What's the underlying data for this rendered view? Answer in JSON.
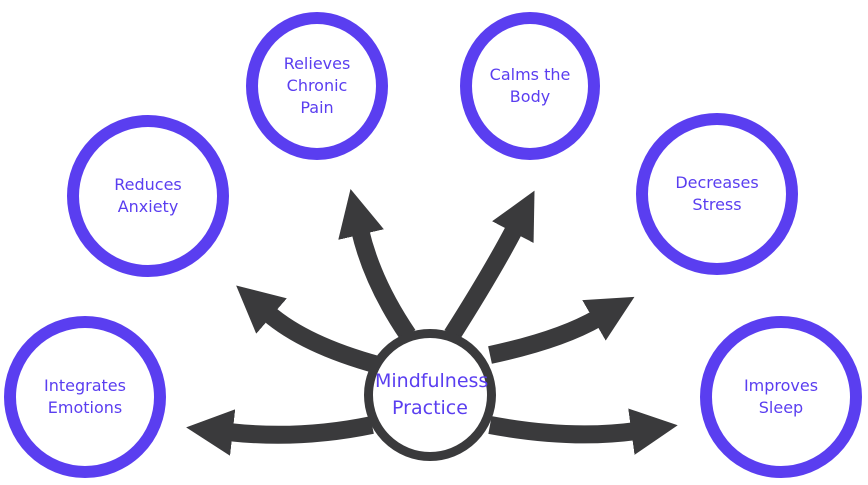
{
  "center": {
    "label": "Mindfulness Practice"
  },
  "benefits": [
    {
      "label": "Integrates Emotions"
    },
    {
      "label": "Reduces Anxiety"
    },
    {
      "label": "Relieves Chronic Pain"
    },
    {
      "label": "Calms the Body"
    },
    {
      "label": "Decreases Stress"
    },
    {
      "label": "Improves Sleep"
    }
  ],
  "colors": {
    "accent": "#5a3ef0",
    "arrow": "#3a3a3c"
  }
}
